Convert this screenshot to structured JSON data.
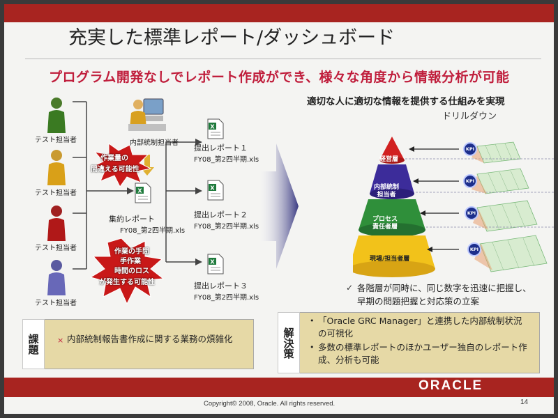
{
  "slide": {
    "title": "充実した標準レポート/ダッシュボード",
    "subtitle": "プログラム開発なしでレポート作成ができ、様々な角度から情報分析が可能"
  },
  "left": {
    "persons": [
      "テスト担当者",
      "テスト担当者",
      "テスト担当者",
      "テスト担当者"
    ],
    "internal_control_officer": "内部統制担当者",
    "reports": [
      {
        "label": "提出レポート１",
        "file": "FY08_第2四半期.xls"
      },
      {
        "label": "提出レポート２",
        "file": "FY08_第2四半期.xls"
      },
      {
        "label": "提出レポート３",
        "file": "FY08_第2四半期.xls"
      }
    ],
    "summary_report": {
      "label": "集約レポート",
      "file": "FY08_第2四半期.xls"
    },
    "burst1": [
      "作業量の",
      "間違える可能性"
    ],
    "burst2": [
      "作業の手間",
      "手作業",
      "時間のロス",
      "が発生する可能性"
    ]
  },
  "right": {
    "heading": "適切な人に適切な情報を提供する仕組みを実現",
    "drilldown": "ドリルダウン",
    "layers": [
      "経営層",
      "内部統制\n担当者",
      "プロセス\n責任者層",
      "現場/担当者層"
    ],
    "kpi_label": "KPI",
    "note": "各階層が同時に、同じ数字を迅速に把握し、早期の問題把握と対応策の立案"
  },
  "issue": {
    "label": "課題",
    "text": "内部統制報告書作成に関する業務の煩雑化"
  },
  "solution": {
    "label": "解決策",
    "items": [
      "「Oracle GRC Manager」と連携した内部統制状況の可視化",
      "多数の標準レポートのほかユーザー独自のレポート作成、分析も可能"
    ]
  },
  "footer": {
    "logo": "ORACLE",
    "copyright": "Copyright© 2008, Oracle. All rights reserved.",
    "page": "14"
  },
  "colors": {
    "brand_red": "#a82420",
    "subtitle_red": "#c01e3c",
    "box_tan": "#e6d9a6",
    "pyramid": [
      "#d12020",
      "#3c2c9a",
      "#2f8f3a",
      "#f2c21a"
    ]
  }
}
